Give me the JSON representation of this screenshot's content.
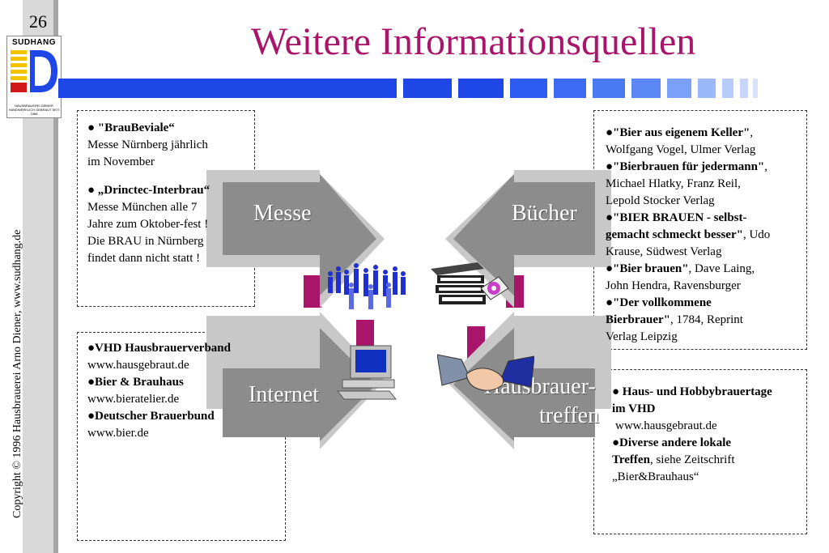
{
  "page_number": "26",
  "title": "Weitere Informationsquellen",
  "copyright": "Copyright © 1996 Hausbrauerei Arno Diener, www.sudhang.de",
  "logo": {
    "name": "SUDHANG",
    "subtitle": "HAUSBRAUEREI DIENER",
    "tagline": "HANDWERKLICH GEBRAUT SEIT 1988"
  },
  "colors": {
    "title": "#a8156a",
    "accent_bar": "#1f47e8",
    "arrow_grey": "#8c8c8c",
    "arrow_light": "#c8c8c8",
    "magenta": "#a8156a"
  },
  "messe": {
    "label": "Messe",
    "item1_title": "● \"BrauBeviale“",
    "item1_line1": "Messe Nürnberg jährlich",
    "item1_line2": "im November",
    "item2_title": "● „Drinctec-Interbrau“",
    "item2_line1": "Messe München alle 7",
    "item2_line2": "Jahre zum Oktober-fest !",
    "item2_line3": "Die BRAU in Nürnberg",
    "item2_line4": "findet dann nicht statt !"
  },
  "internet": {
    "label": "Internet",
    "l1": "●VHD Hausbrauerverband",
    "l2": "www.hausgebraut.de",
    "l3": "●Bier & Brauhaus",
    "l4": "www.bieratelier.de",
    "l5": "●Deutscher Brauerbund",
    "l6": "www.bier.de"
  },
  "buecher": {
    "label": "Bücher",
    "b1_title": "●\"Bier aus eigenem Keller\"",
    "b1_sep": ",",
    "b1_line2": "Wolfgang Vogel, Ulmer Verlag",
    "b2_title": "●\"Bierbrauen für jedermann\"",
    "b2_sep": ",",
    "b2_line2": "Michael Hlatky, Franz Reil,",
    "b2_line3": "Lepold Stocker Verlag",
    "b3_title": "●\"BIER BRAUEN - selbst-",
    "b3_title2": "gemacht schmeckt besser\"",
    "b3_rest": ", Udo",
    "b3_line3": "Krause, Südwest Verlag",
    "b4_title": "●\"Bier brauen\"",
    "b4_rest": ", Dave Laing,",
    "b4_line2": "John Hendra, Ravensburger",
    "b5_title": "●\"Der vollkommene",
    "b5_title2": "Bierbrauer\"",
    "b5_rest": ", 1784, Reprint",
    "b5_line3": "Verlag Leipzig"
  },
  "treffen": {
    "label1": "Hausbrauer-",
    "label2": "treffen",
    "t1_title": "● Haus- und Hobbybrauertage",
    "t1_title2": "im VHD",
    "t1_url": "www.hausgebraut.de",
    "t2_title": "●Diverse andere lokale",
    "t2_title2": "Treffen",
    "t2_rest": ", siehe Zeitschrift",
    "t2_line3": "„Bier&Brauhaus“"
  },
  "icons": [
    "people-crowd-icon",
    "books-icon",
    "computer-icon",
    "handshake-icon"
  ]
}
